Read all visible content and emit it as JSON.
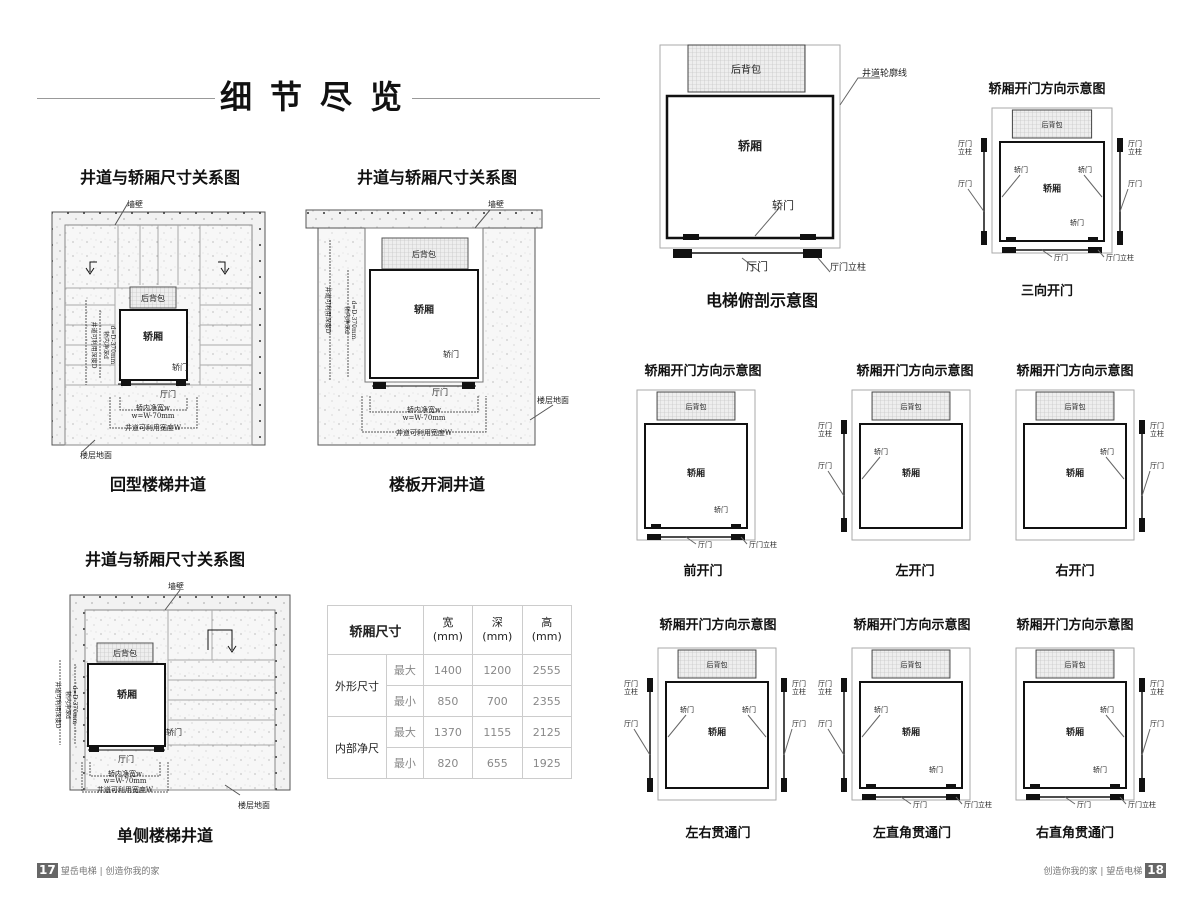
{
  "page_title": "细节尽览",
  "left": {
    "diagram_a": {
      "title": "井道与轿厢尺寸关系图",
      "caption": "回型楼梯井道"
    },
    "diagram_b": {
      "title": "井道与轿厢尺寸关系图",
      "caption": "楼板开洞井道"
    },
    "diagram_c": {
      "title": "井道与轿厢尺寸关系图",
      "caption": "单侧楼梯井道"
    }
  },
  "labels": {
    "wall": "墙壁",
    "back_pack": "后背包",
    "car": "轿厢",
    "car_door": "轿门",
    "hall_door": "厅门",
    "hall_door_post": "厅门立柱",
    "post_line1": "厅门",
    "post_line2": "立柱",
    "floor": "楼层地面",
    "inner_width": "轿内净宽w",
    "inner_width_formula": "w=W-70mm",
    "shaft_width": "井道可利用宽度W",
    "shaft_depth": "井道可利用深度D",
    "inner_depth": "轿内净深d",
    "inner_depth_formula": "d=D-370mm",
    "shaft_outline": "井道轮廓线"
  },
  "table": {
    "header": {
      "title": "轿厢尺寸",
      "cols": [
        {
          "name": "宽",
          "unit": "(mm)"
        },
        {
          "name": "深",
          "unit": "(mm)"
        },
        {
          "name": "高",
          "unit": "(mm)"
        }
      ]
    },
    "groups": [
      {
        "name": "外形尺寸",
        "rows": [
          {
            "label": "最大",
            "values": [
              "1400",
              "1200",
              "2555"
            ]
          },
          {
            "label": "最小",
            "values": [
              "850",
              "700",
              "2355"
            ]
          }
        ]
      },
      {
        "name": "内部净尺",
        "rows": [
          {
            "label": "最大",
            "values": [
              "1370",
              "1155",
              "2125"
            ]
          },
          {
            "label": "最小",
            "values": [
              "820",
              "655",
              "1925"
            ]
          }
        ]
      }
    ]
  },
  "right": {
    "section_view": {
      "caption": "电梯俯剖示意图"
    },
    "door_title": "轿厢开门方向示意图",
    "variants": [
      {
        "caption": "三向开门"
      },
      {
        "caption": "前开门"
      },
      {
        "caption": "左开门"
      },
      {
        "caption": "右开门"
      },
      {
        "caption": "左右贯通门"
      },
      {
        "caption": "左直角贯通门"
      },
      {
        "caption": "右直角贯通门"
      }
    ]
  },
  "footer": {
    "left_page": "17",
    "left_text": "望岳电梯 | 创造你我的家",
    "right_page": "18",
    "right_text": "创造你我的家 | 望岳电梯"
  }
}
